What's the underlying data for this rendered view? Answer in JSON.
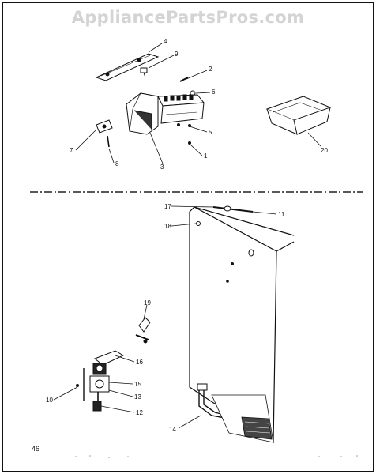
{
  "watermark": "AppliancePartsPros.com",
  "page_number": "46",
  "callouts": {
    "c1": "1",
    "c2": "2",
    "c3": "3",
    "c4": "4",
    "c5": "5",
    "c6": "6",
    "c7": "7",
    "c8": "8",
    "c9": "9",
    "c10": "10",
    "c11": "11",
    "c12": "12",
    "c13": "13",
    "c14": "14",
    "c15": "15",
    "c16": "16",
    "c17": "17",
    "c18": "18",
    "c19": "19",
    "c20": "20"
  }
}
